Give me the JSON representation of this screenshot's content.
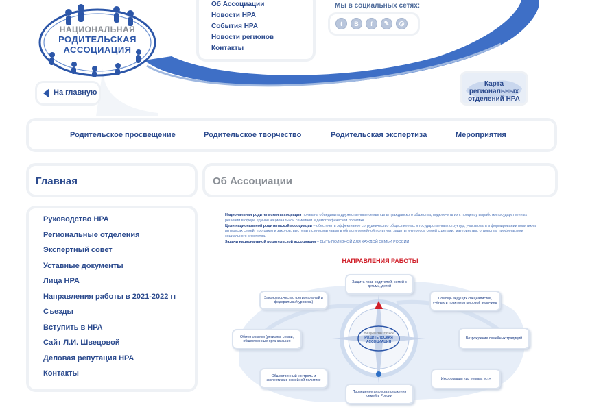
{
  "logo": {
    "line1": "НАЦИОНАЛЬНАЯ",
    "line2": "РОДИТЕЛЬСКАЯ",
    "line3": "АССОЦИАЦИЯ"
  },
  "top_menu": [
    "Об Ассоциации",
    "Новости НРА",
    "События НРА",
    "Новости регионов",
    "Контакты"
  ],
  "social": {
    "title": "Мы в социальных сетях:",
    "icons": [
      {
        "name": "twitter-icon",
        "glyph": "t"
      },
      {
        "name": "vk-icon",
        "glyph": "В"
      },
      {
        "name": "facebook-icon",
        "glyph": "f"
      },
      {
        "name": "livejournal-icon",
        "glyph": "✎"
      },
      {
        "name": "odnoklassniki-icon",
        "glyph": "◎"
      }
    ]
  },
  "home_button": "На главную",
  "map_button": {
    "line1": "Карта региональных",
    "line2": "отделений НРА"
  },
  "main_nav": [
    "Родительское просвещение",
    "Родительское творчество",
    "Родительская экспертиза",
    "Мероприятия"
  ],
  "sidebar": {
    "title": "Главная",
    "items": [
      "Руководство НРА",
      "Региональные отделения",
      "Экспертный совет",
      "Уставные документы",
      "Лица НРА",
      "Направления работы в 2021-2022 гг",
      "Съезды",
      "Вступить в НРА",
      "Сайт Л.И. Швецовой",
      "Деловая репутация НРА",
      "Контакты"
    ]
  },
  "content": {
    "title": "Об Ассоциации",
    "intro": {
      "p1_bold": "Национальная родительская ассоциация",
      "p1": " призвана объединить дружественные семье силы гражданского общества, подключить их к процессу выработки государственных решений в сфере единой национальной семейной и демографической политики.",
      "p2_bold": "Цели национальной родительской ассоциации",
      "p2": " – обеспечить эффективное сотрудничество общественных и государственных структур, участвовать в формировании политики в интересах семей, программ и законов, выступать с инициативами в области семейной политики, защиты интересов семей с детьми, материнства, отцовства, профилактики социального сиротства.",
      "p3_bold": "Задачи национальной родительской ассоциации",
      "p3": " – БЫТЬ ПОЛЕЗНОЙ ДЛЯ КАЖДОЙ СЕМЬИ РОССИИ"
    },
    "diagram": {
      "title": "НАПРАВЛЕНИЯ РАБОТЫ",
      "logo": {
        "line1": "НАЦИОНАЛЬНАЯ",
        "line2": "РОДИТЕЛЬСКАЯ",
        "line3": "АССОЦИАЦИЯ"
      },
      "boxes": {
        "top": "Защита прав родителей, семей с детьми, детей",
        "top_left": "Законотворчество (региональный и федеральный уровень)",
        "top_right": "Помощь ведущих специалистов, учёных и практиков мировой величины",
        "mid_left": "Обмен опытом (регионы, семьи, общественные организации)",
        "mid_right": "Возрождение семейных традиций",
        "bottom_left": "Общественный контроль и экспертиза в семейной политике",
        "bottom_right": "Информация «из первых уст»",
        "bottom": "Проведение анализа положения семей в России"
      }
    }
  },
  "colors": {
    "brand_blue": "#2c56a8",
    "nav_text": "#2c4b8e",
    "accent_red": "#d0202a",
    "frame": "#eef1f5"
  }
}
